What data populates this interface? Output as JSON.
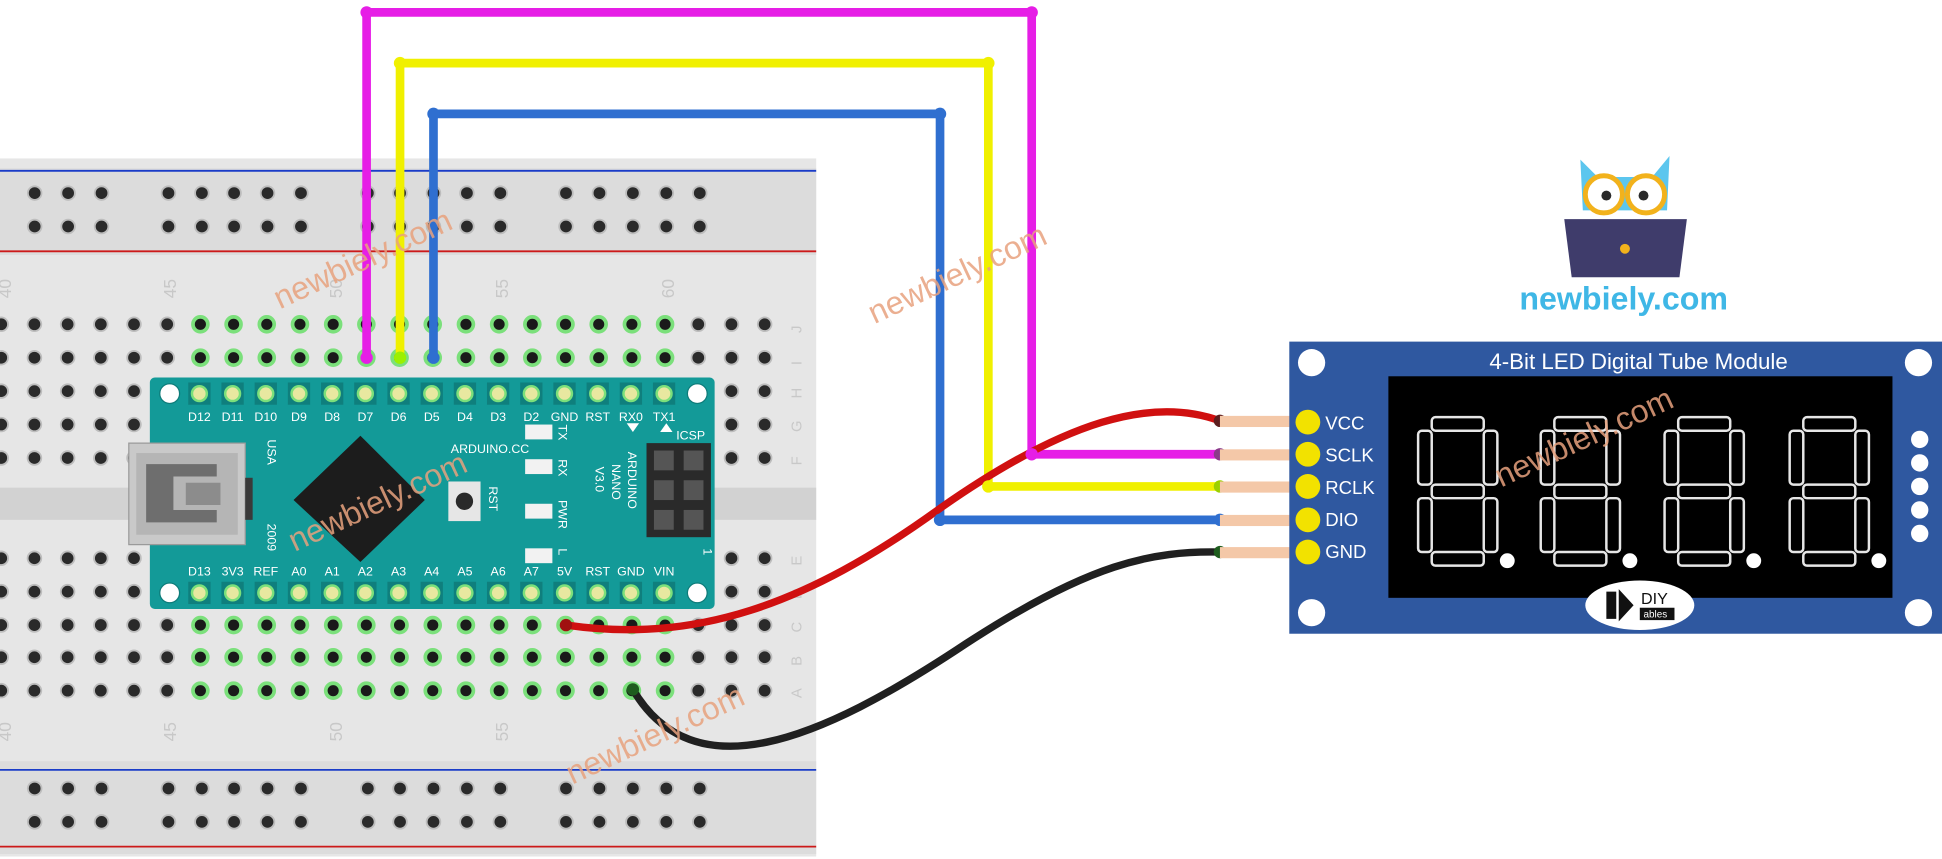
{
  "breadboard": {
    "column_numbers_top": [
      "40",
      "45",
      "50",
      "55",
      "60"
    ],
    "column_numbers_bottom": [
      "40",
      "45",
      "50",
      "55"
    ],
    "row_letters_top": [
      "J",
      "I",
      "H",
      "G",
      "F"
    ],
    "row_letters_bottom": [
      "E",
      "D",
      "C",
      "B",
      "A"
    ]
  },
  "arduino": {
    "top_pins": [
      "D12",
      "D11",
      "D10",
      "D9",
      "D8",
      "D7",
      "D6",
      "D5",
      "D4",
      "D3",
      "D2",
      "GND",
      "RST",
      "RX0",
      "TX1"
    ],
    "bottom_pins": [
      "D13",
      "3V3",
      "REF",
      "A0",
      "A1",
      "A2",
      "A3",
      "A4",
      "A5",
      "A6",
      "A7",
      "5V",
      "RST",
      "GND",
      "VIN"
    ],
    "label_usa": "USA",
    "label_year": "2009",
    "label_cc": "ARDUINO.CC",
    "label_model": "ARDUINO",
    "label_nano": "NANO",
    "label_version": "V3.0",
    "label_rst": "RST",
    "label_icsp": "ICSP",
    "label_one": "1",
    "led_tx": "TX",
    "led_rx": "RX",
    "led_pwr": "PWR",
    "led_l": "L"
  },
  "module": {
    "title": "4-Bit LED Digital Tube Module",
    "pins": [
      "VCC",
      "SCLK",
      "RCLK",
      "DIO",
      "GND"
    ],
    "logo_text": "DIY",
    "logo_sub": "ables"
  },
  "brand": {
    "name": "newbiely.com"
  },
  "watermark": {
    "text": "newbiely.com"
  },
  "colors": {
    "wire_sclk": "#e61ee6",
    "wire_rclk": "#f0f000",
    "wire_dio": "#2f6fd0",
    "wire_vcc": "#d01010",
    "wire_gnd": "#202020",
    "board": "#139a98",
    "module": "#2f58a0"
  }
}
